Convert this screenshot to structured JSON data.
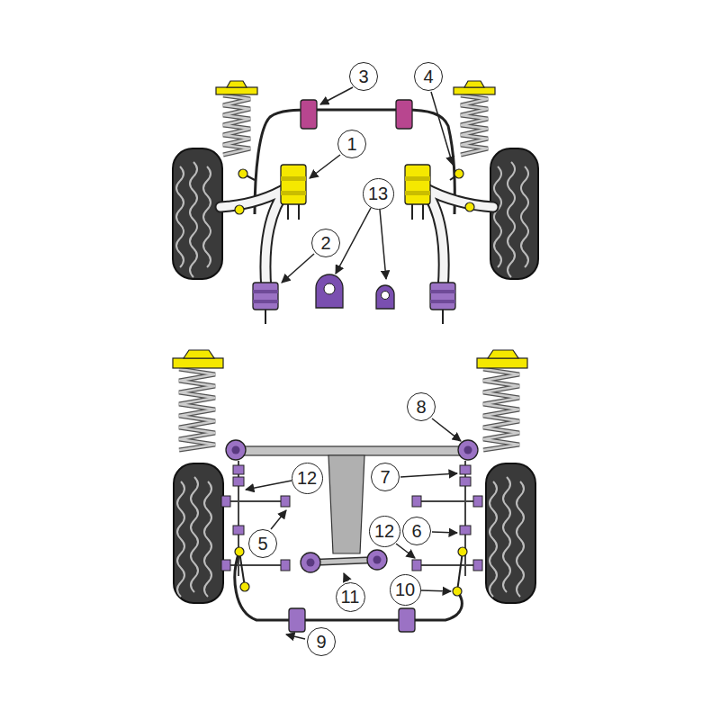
{
  "diagram": {
    "nodes": [
      {
        "text": [
          "3"
        ]
      },
      {
        "text": [
          "4"
        ]
      },
      {
        "text": [
          "1"
        ]
      },
      {
        "text": [
          "13"
        ]
      },
      {
        "text": [
          "2"
        ]
      },
      {
        "text": [
          "8"
        ]
      },
      {
        "text": [
          "12"
        ]
      },
      {
        "text": [
          "7"
        ]
      },
      {
        "text": [
          "5"
        ]
      },
      {
        "text": [
          "12"
        ]
      },
      {
        "text": [
          "6"
        ]
      },
      {
        "text": [
          "10"
        ]
      },
      {
        "text": [
          "11"
        ]
      },
      {
        "text": [
          "9"
        ]
      }
    ],
    "edges": []
  }
}
